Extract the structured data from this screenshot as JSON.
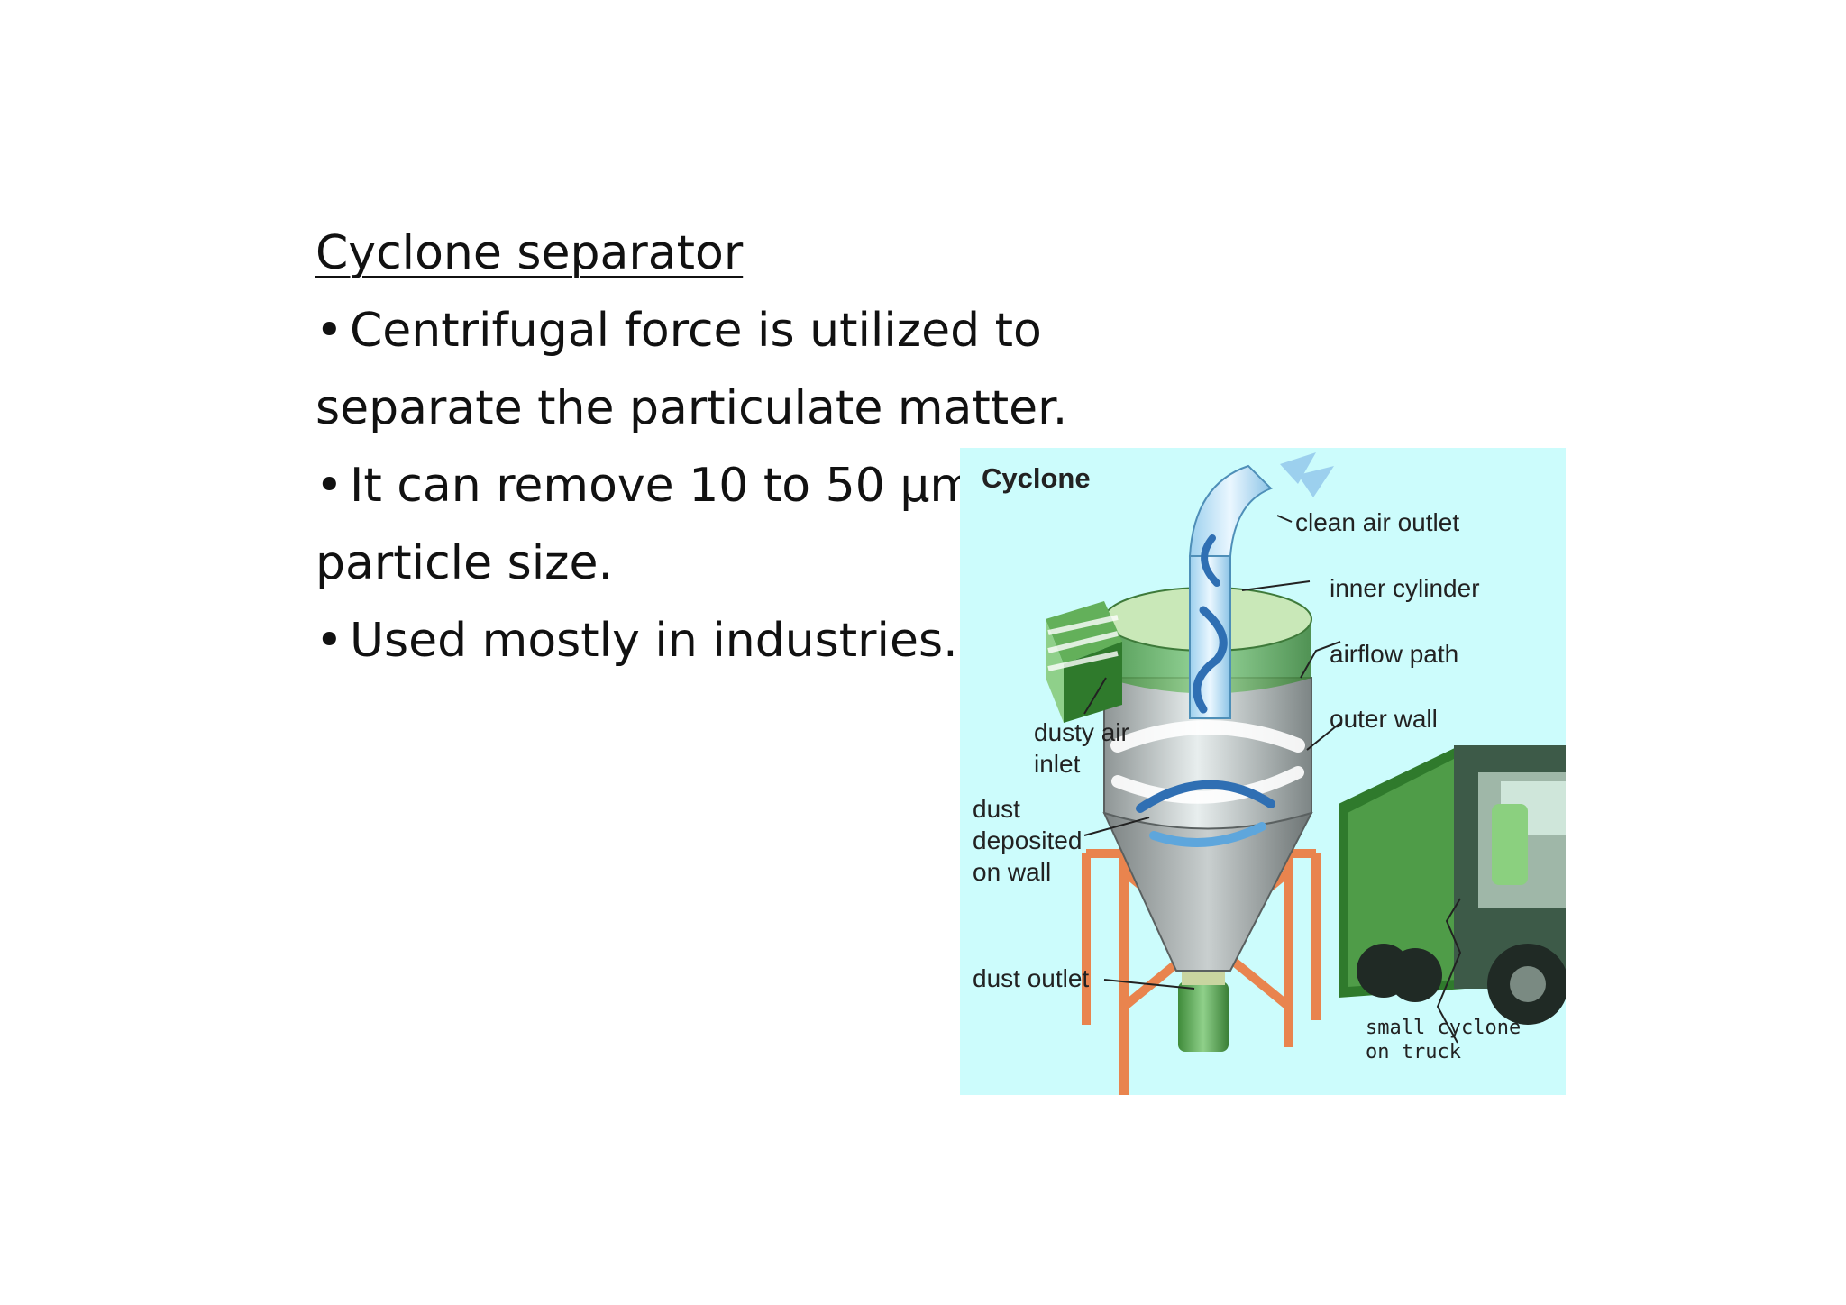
{
  "slide": {
    "title": "Cyclone separator",
    "bullet_symbol": "•",
    "lines": [
      {
        "bullet": true,
        "text": "Centrifugal force is utilized to"
      },
      {
        "bullet": false,
        "text": "separate the particulate matter."
      },
      {
        "bullet": true,
        "text": "It can remove 10 to 50 µm"
      },
      {
        "bullet": false,
        "text": "particle size."
      },
      {
        "bullet": true,
        "text": "Used mostly in industries."
      }
    ]
  },
  "figure": {
    "title": "Cyclone",
    "labels": {
      "clean_air_outlet": "clean air outlet",
      "inner_cylinder": "inner cylinder",
      "airflow_path": "airflow path",
      "outer_wall": "outer wall",
      "dusty_air_inlet_1": "dusty air",
      "dusty_air_inlet_2": "inlet",
      "dust_deposited_1": "dust",
      "dust_deposited_2": "deposited",
      "dust_deposited_3": "on wall",
      "dust_outlet": "dust outlet",
      "small_cyclone_1": "small cyclone",
      "small_cyclone_2": "on truck"
    },
    "colors": {
      "background": "#ccfcfc",
      "cyclone_body": "#a9b0b0",
      "inlet_green": "#4f9a48",
      "stand": "#e9844e",
      "airflow": "#2f6fb3",
      "truck": "#3f8a3a"
    }
  }
}
